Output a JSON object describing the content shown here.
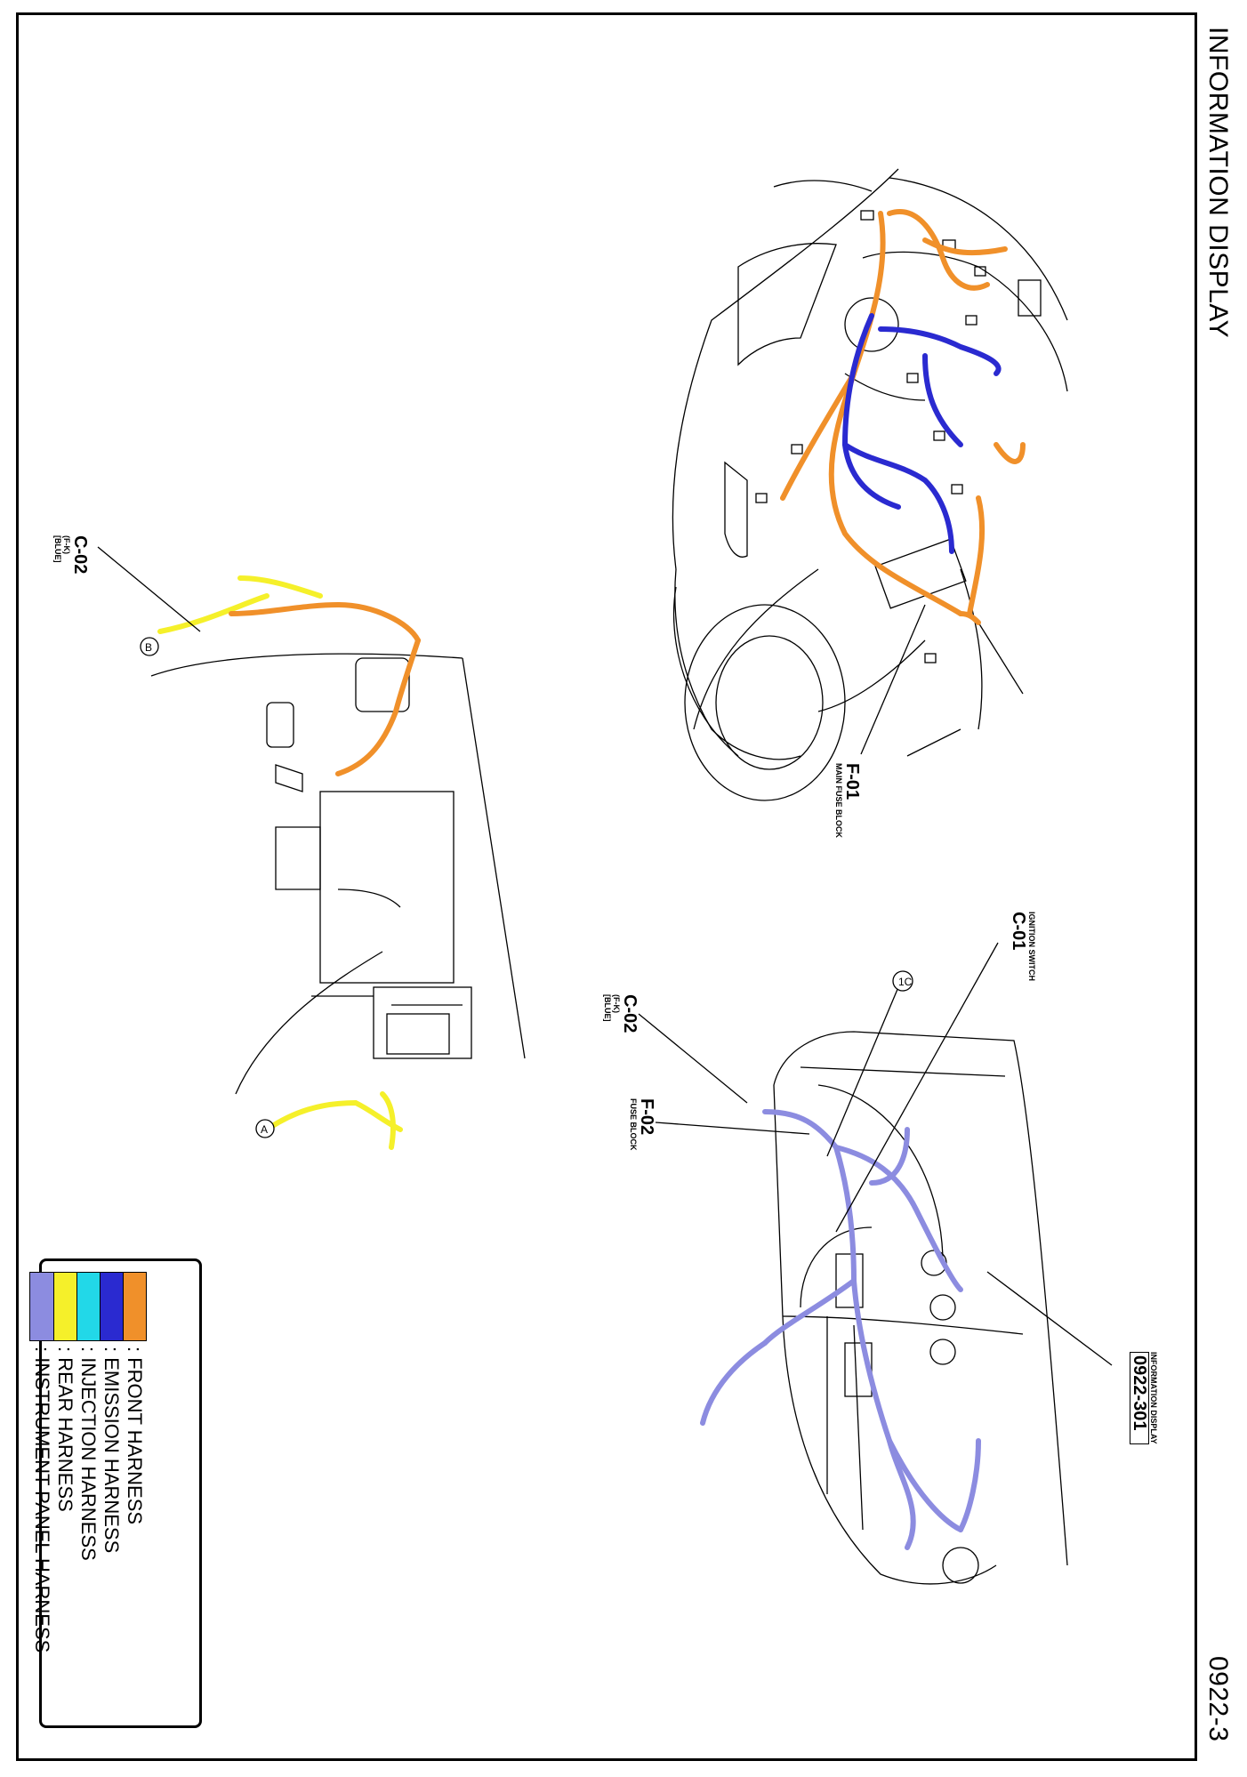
{
  "header": {
    "title": "INFORMATION DISPLAY",
    "page_number": "0922-3"
  },
  "labels": {
    "c02_left": {
      "code": "C-02",
      "pins": "(F-K)",
      "color": "[BLUE]"
    },
    "c02_right": {
      "code": "C-02",
      "pins": "(F-K)",
      "color": "[BLUE]"
    },
    "f01": {
      "code": "F-01",
      "desc": "MAIN FUSE BLOCK"
    },
    "c01": {
      "code": "C-01",
      "desc": "IGNITION SWITCH"
    },
    "f02": {
      "code": "F-02",
      "desc": "FUSE BLOCK"
    },
    "info_display": {
      "desc": "INFORMATION DISPLAY",
      "code": "0922-301"
    }
  },
  "legend": [
    {
      "label": ": FRONT HARNESS",
      "color": "#f0902a"
    },
    {
      "label": ": EMISSION HARNESS",
      "color": "#2a2ad0"
    },
    {
      "label": ": INJECTION HARNESS",
      "color": "#22d8e8"
    },
    {
      "label": ": REAR HARNESS",
      "color": "#f5f02a"
    },
    {
      "label": ": INSTRUMENT PANEL HARNESS",
      "color": "#8c8ce0"
    }
  ],
  "colors": {
    "front": "#f0902a",
    "emission": "#2a2ad0",
    "rear": "#f5f02a",
    "instrument": "#8c8ce0",
    "line": "#000000"
  },
  "icons": {
    "marker_a": "circle-a-icon",
    "marker_b": "circle-b-icon",
    "marker_c": "circle-c-icon"
  }
}
